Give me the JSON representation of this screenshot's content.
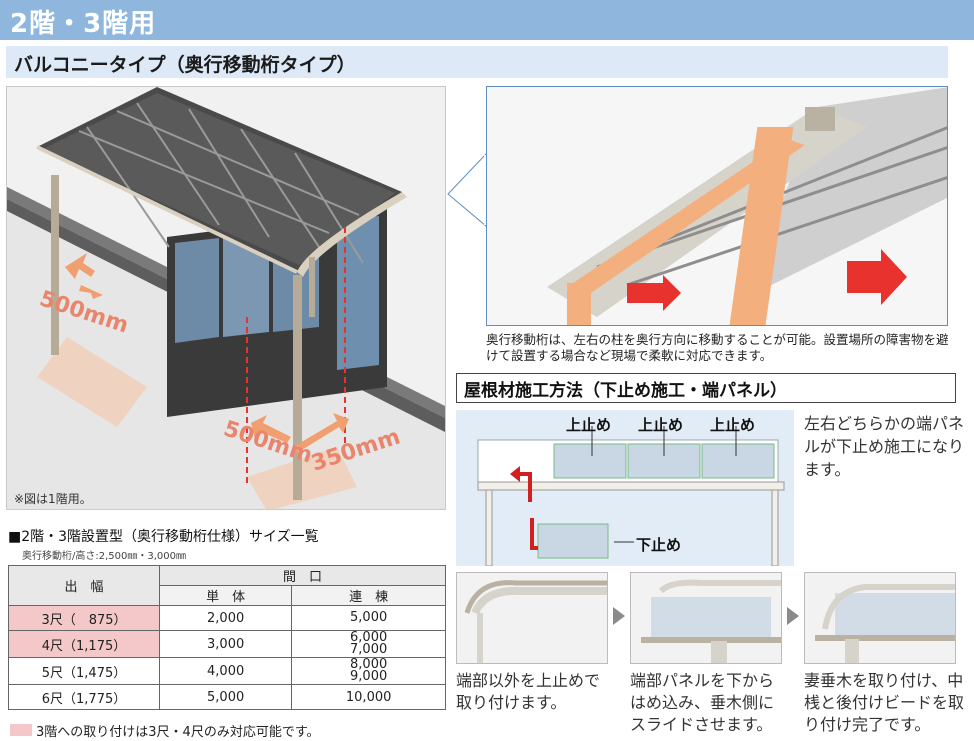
{
  "header": {
    "title": "2階・3階用"
  },
  "section": {
    "title": "バルコニータイプ（奥行移動桁タイプ）"
  },
  "main_figure": {
    "dim_left": "500mm",
    "dim_bottom_left": "500mm",
    "dim_bottom_right": "350mm",
    "note": "※図は1階用。"
  },
  "detail": {
    "caption": "奥行移動桁は、左右の柱を奥行方向に移動することが可能。設置場所の障害物を避けて設置する場合など現場で柔軟に対応できます。"
  },
  "roof_method": {
    "title": "屋根材施工方法（下止め施工・端パネル）",
    "label_top": "上止め",
    "label_bottom": "下止め",
    "side_text": "左右どちらかの端パネルが下止め施工になります。",
    "steps": [
      {
        "text": "端部以外を上止めで取り付けます。"
      },
      {
        "text": "端部パネルを下からはめ込み、垂木側にスライドさせます。"
      },
      {
        "text": "妻垂木を取り付け、中桟と後付けビードを取り付け完了です。"
      }
    ]
  },
  "size_table": {
    "title": "■2階・3階設置型（奥行移動桁仕様）サイズ一覧",
    "subtitle": "奥行移動桁/高さ:2,500㎜・3,000㎜",
    "col_width": "出　幅",
    "col_span": "間　口",
    "col_single": "単　体",
    "col_multi": "連　棟",
    "rows": [
      {
        "width": "3尺（　875）",
        "single": "2,000",
        "multi": "5,000",
        "highlight": true
      },
      {
        "width": "4尺（1,175）",
        "single": "3,000",
        "multi": "6,000\n7,000",
        "highlight": true
      },
      {
        "width": "5尺（1,475）",
        "single": "4,000",
        "multi": "8,000\n9,000",
        "highlight": false
      },
      {
        "width": "6尺（1,775）",
        "single": "5,000",
        "multi": "10,000",
        "highlight": false
      }
    ],
    "footnote": "3階への取り付けは3尺・4尺のみ対応可能です。"
  },
  "colors": {
    "header": "#8fb7de",
    "subheader": "#dde9f7",
    "highlight": "#f4c8c8",
    "accent": "#e8322e",
    "orange": "#f0a070"
  }
}
